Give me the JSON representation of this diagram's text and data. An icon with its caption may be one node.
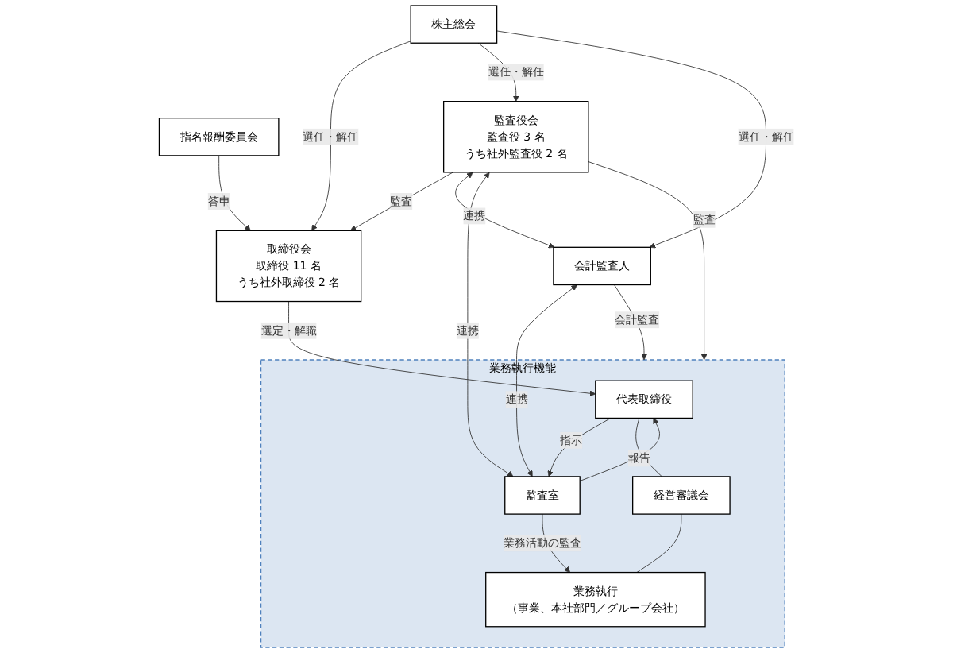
{
  "diagram": {
    "nodes": [
      {
        "text": [
          "株主総会"
        ]
      },
      {
        "text": [
          "指名報酬委員会"
        ]
      },
      {
        "text": [
          "取締役会",
          "取締役 11 名",
          "うち社外取締役 2 名"
        ]
      },
      {
        "text": [
          "監査役会",
          "監査役 3 名",
          "うち社外監査役 2 名"
        ]
      },
      {
        "text": [
          "会計監査人"
        ]
      },
      {
        "text": [
          "業務執行機能"
        ]
      },
      {
        "text": [
          "代表取締役"
        ],
        "in": 5
      },
      {
        "text": [
          "監査室"
        ],
        "in": 5
      },
      {
        "text": [
          "経営審議会"
        ],
        "in": 5
      },
      {
        "text": [
          "業務執行",
          "（事業、本社部門／グループ会社）"
        ],
        "in": 5
      }
    ],
    "edges": [
      {
        "from": 0,
        "to": 2,
        "arrow": "to",
        "label": "選任・解任"
      },
      {
        "from": 0,
        "to": 3,
        "arrow": "to",
        "label": "選任・解任"
      },
      {
        "from": 0,
        "to": 4,
        "arrow": "to",
        "label": "選任・解任"
      },
      {
        "from": 1,
        "to": 2,
        "arrow": "to",
        "label": "答申"
      },
      {
        "from": 3,
        "to": 2,
        "arrow": "to",
        "label": "監査"
      },
      {
        "from": 3,
        "to": 4,
        "arrow": "both",
        "label": "連携"
      },
      {
        "from": 2,
        "to": 6,
        "arrow": "to",
        "label": "選定・解職"
      },
      {
        "from": 3,
        "to": 5,
        "arrow": "to",
        "label": "監査"
      },
      {
        "from": 4,
        "to": 5,
        "arrow": "to",
        "label": "会計監査"
      },
      {
        "from": 3,
        "to": 7,
        "arrow": "both",
        "label": "連携"
      },
      {
        "from": 4,
        "to": 7,
        "arrow": "both",
        "label": "連携"
      },
      {
        "from": 6,
        "to": 7,
        "arrow": "to",
        "label": "指示"
      },
      {
        "from": 7,
        "to": 6,
        "arrow": "to",
        "label": "報告"
      },
      {
        "from": 6,
        "to": 8,
        "arrow": "none"
      },
      {
        "from": 8,
        "to": 9,
        "arrow": "none"
      },
      {
        "from": 7,
        "to": 9,
        "arrow": "to",
        "label": "業務活動の監査"
      }
    ]
  }
}
